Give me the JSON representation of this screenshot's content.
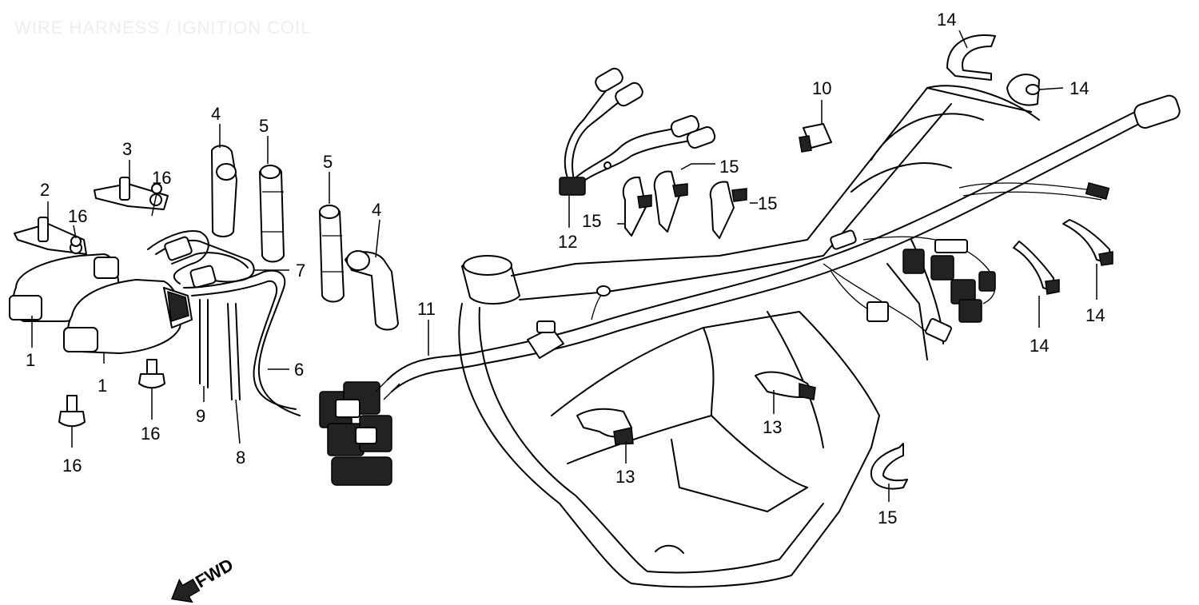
{
  "title": "WIRE HARNESS / IGNITION COIL",
  "fwd_label": "FWD",
  "callouts": [
    "1",
    "1",
    "2",
    "3",
    "4",
    "4",
    "5",
    "5",
    "6",
    "7",
    "8",
    "9",
    "10",
    "11",
    "12",
    "13",
    "13",
    "14",
    "14",
    "14",
    "14",
    "15",
    "15",
    "15",
    "15",
    "16",
    "16",
    "16",
    "16"
  ]
}
